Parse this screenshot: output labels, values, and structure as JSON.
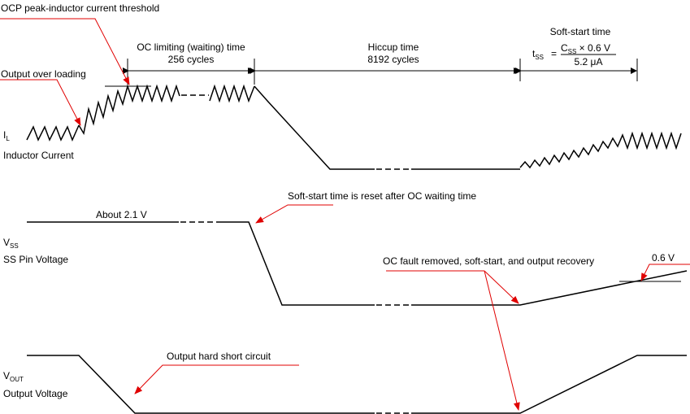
{
  "callouts": {
    "ocp_threshold": "OCP peak-inductor current threshold",
    "output_over_loading": "Output over loading",
    "ss_reset": "Soft-start time is reset after OC waiting time",
    "oc_fault_removed": "OC fault removed, soft-start, and output recovery",
    "hard_short": "Output hard short circuit"
  },
  "intervals": {
    "oc_limiting_title": "OC limiting (waiting) time",
    "oc_limiting_cycles": "256 cycles",
    "hiccup_title": "Hiccup time",
    "hiccup_cycles": "8192 cycles",
    "softstart_title": "Soft-start time"
  },
  "formula": {
    "lhs_main": "t",
    "lhs_sub": "SS",
    "equals": "=",
    "num_main": "C",
    "num_sub": "SS",
    "num_rest": " × 0.6 V",
    "denominator": "5.2 μA"
  },
  "signals": {
    "il_symbol": "I",
    "il_sub": "L",
    "il_name": "Inductor Current",
    "vss_symbol": "V",
    "vss_sub": "SS",
    "vss_name": "SS Pin Voltage",
    "vout_symbol": "V",
    "vout_sub": "OUT",
    "vout_name": "Output Voltage"
  },
  "values": {
    "vss_level": "About 2.1 V",
    "vss_threshold": "0.6 V"
  },
  "colors": {
    "callout": "#e00000",
    "trace": "#000000"
  }
}
